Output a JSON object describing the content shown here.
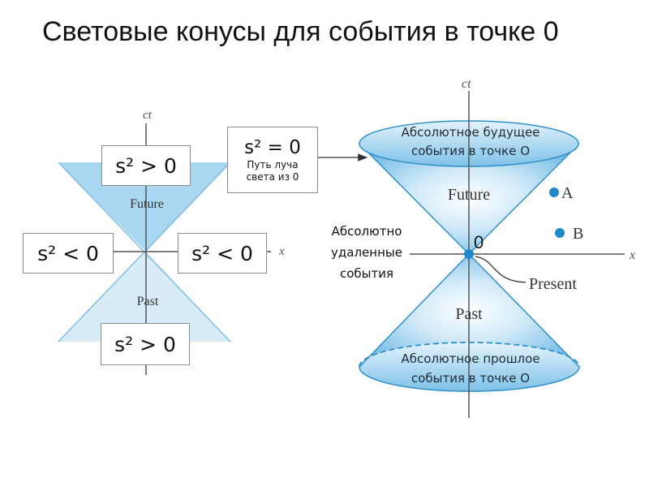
{
  "title": "Световые конусы для события в точке 0",
  "left_diagram": {
    "axis_time": "ct",
    "axis_space": "x",
    "future": "Future",
    "past": "Past",
    "box_top": "s² > 0",
    "box_left": "s² < 0",
    "box_right": "s² < 0",
    "box_bottom": "s² > 0"
  },
  "light_box": {
    "formula": "s² = 0",
    "caption_line1": "Путь луча",
    "caption_line2": "света из 0"
  },
  "right_diagram": {
    "axis_time": "ct",
    "axis_space": "x",
    "future": "Future",
    "past": "Past",
    "present": "Present",
    "origin": "0",
    "point_a": "A",
    "point_b": "B",
    "future_line1": "Абсолютное будущее",
    "future_line2": "события в точке О",
    "past_line1": "Абсолютное прошлое",
    "past_line2": "события в точке О",
    "remote_line1": "Абсолютно",
    "remote_line2": "удаленные",
    "remote_line3": "события"
  },
  "colors": {
    "cone_fill": "#a9d6f0",
    "cone_edge": "#2f8fc8",
    "point": "#1f88c9"
  }
}
